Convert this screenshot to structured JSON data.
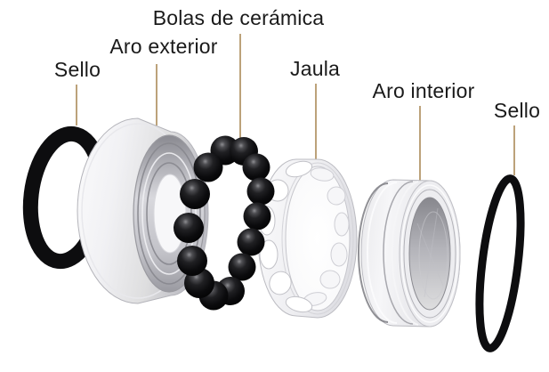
{
  "diagram": {
    "labels": [
      {
        "id": "sello-left",
        "text": "Sello"
      },
      {
        "id": "aro-exterior",
        "text": "Aro exterior"
      },
      {
        "id": "bolas-de-ceramica",
        "text": "Bolas de cerámica"
      },
      {
        "id": "jaula",
        "text": "Jaula"
      },
      {
        "id": "aro-interior",
        "text": "Aro interior"
      },
      {
        "id": "sello-right",
        "text": "Sello"
      }
    ],
    "colors": {
      "background": "#ffffff",
      "label_text": "#1a1a1a",
      "leader_line": "#b5986b",
      "seal_black": "#0d0d0f",
      "ceramic_ball_black": "#0a0a0c",
      "metal_silver_light": "#f2f2f4",
      "metal_silver_dark": "#9a9aa0",
      "cage_white": "#f1f1f4"
    }
  }
}
